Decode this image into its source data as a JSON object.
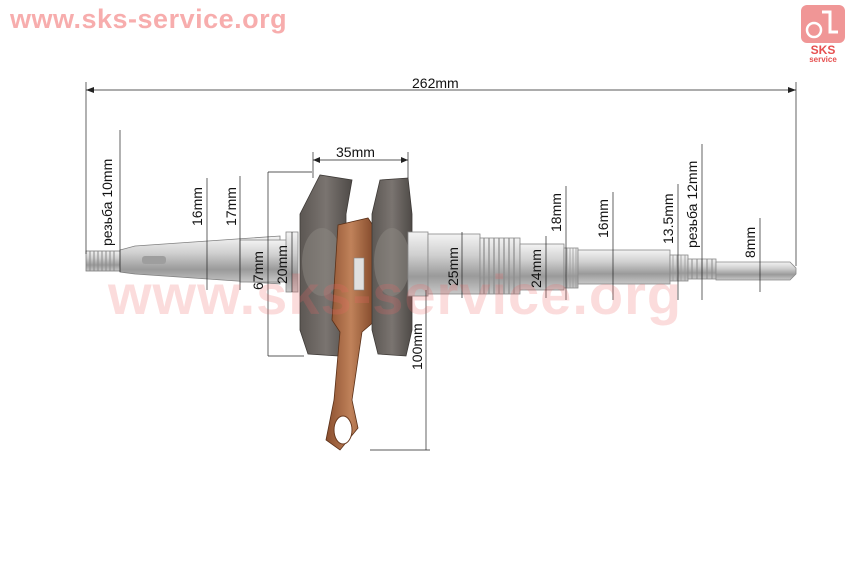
{
  "watermark": {
    "url": "www.sks-service.org",
    "center": "www.sks-service.org"
  },
  "logo": {
    "line1": "SKS",
    "line2": "service"
  },
  "dimensions": {
    "total_length": "262mm",
    "web_width": "35mm",
    "left_thread": "резьба 10mm",
    "d16_left": "16mm",
    "d17": "17mm",
    "d67": "67mm",
    "d20": "20mm",
    "d25": "25mm",
    "d24": "24mm",
    "d18": "18mm",
    "d16_right": "16mm",
    "d13_5": "13.5mm",
    "right_thread": "резьба 12mm",
    "d8": "8mm",
    "rod_length": "100mm"
  },
  "colors": {
    "watermark": "#f26b6b",
    "rod": "#b06a42",
    "steel": "#b9b9b9",
    "cast": "#6b6662"
  }
}
